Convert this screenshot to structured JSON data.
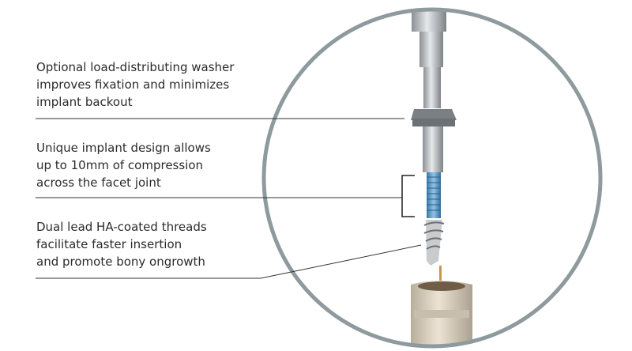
{
  "callouts": [
    {
      "lines": [
        "Optional load-distributing washer",
        "improves fixation and minimizes",
        "implant backout"
      ]
    },
    {
      "lines": [
        "Unique implant design allows",
        "up to 10mm of compression",
        "across the facet joint"
      ]
    },
    {
      "lines": [
        "Dual lead HA-coated threads",
        "facilitate faster insertion",
        "and promote bony ongrowth"
      ]
    }
  ],
  "colors": {
    "ring": "#8f9a9e",
    "thread_blue": "#4f8fc0",
    "steel": "#b9bdc0",
    "base": "#d8cfc0"
  }
}
